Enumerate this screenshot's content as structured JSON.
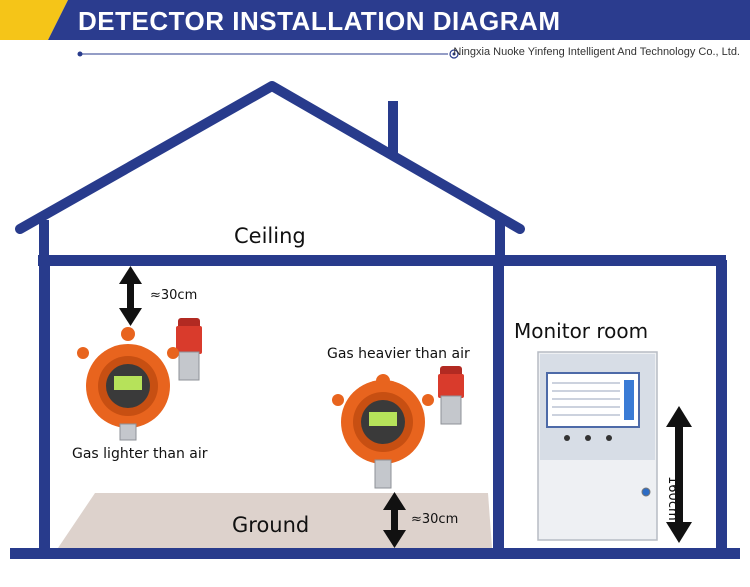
{
  "header": {
    "title": "DETECTOR INSTALLATION DIAGRAM",
    "company": "Ningxia Nuoke Yinfeng Intelligent And Technology Co., Ltd."
  },
  "house": {
    "ceiling_label": "Ceiling",
    "ground_label": "Ground",
    "monitor_room_label": "Monitor room"
  },
  "detectors": {
    "lighter": {
      "label": "Gas lighter than air",
      "gap_label": "≈30cm"
    },
    "heavier": {
      "label": "Gas heavier than air",
      "gap_label": "≈30cm"
    }
  },
  "controller": {
    "height_label": "160cm"
  },
  "colors": {
    "frame": "#283b8c",
    "banner": "#2b3c8e",
    "accent": "#f5c518",
    "detector_body": "#e8641e",
    "floor": "#ddd2cc"
  }
}
